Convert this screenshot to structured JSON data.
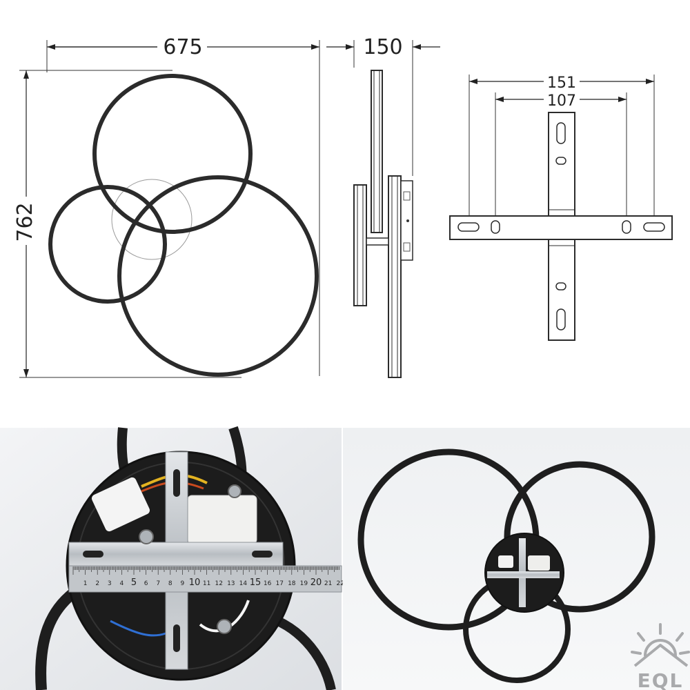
{
  "dimensions": {
    "front_width": "675",
    "front_height": "762",
    "side_depth": "150",
    "bracket_outer": "151",
    "bracket_inner": "107"
  },
  "ruler": {
    "numbers": [
      "1",
      "2",
      "3",
      "4",
      "5",
      "6",
      "7",
      "8",
      "9",
      "10",
      "11",
      "12",
      "13",
      "14",
      "15",
      "16",
      "17",
      "18",
      "19",
      "20",
      "21",
      "22"
    ]
  },
  "logo": {
    "text": "EQL"
  },
  "colors": {
    "line": "#2b2b2b",
    "ring": "#1e1e1e",
    "metal": "#c8ccd0",
    "ruler": "#b9bdc1"
  }
}
